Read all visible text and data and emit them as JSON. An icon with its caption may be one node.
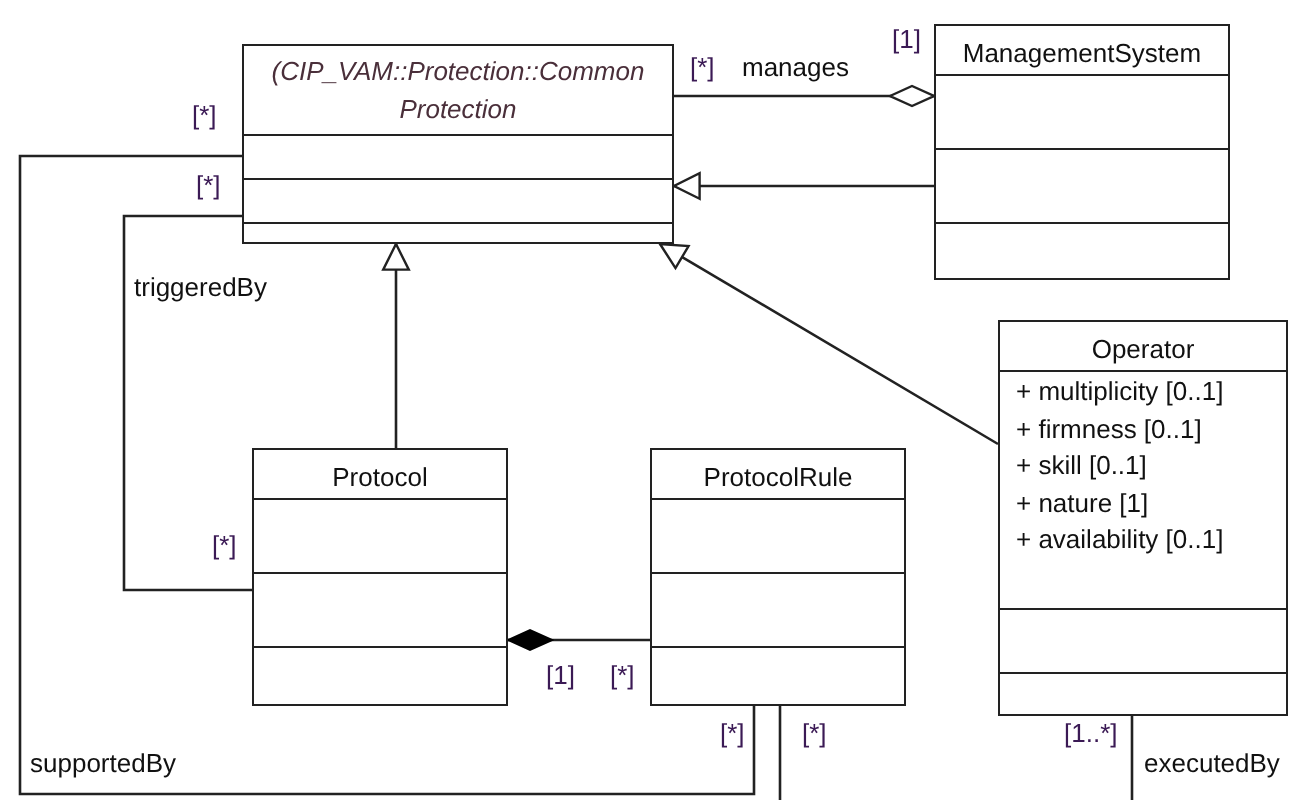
{
  "diagram": {
    "nodes": [
      {
        "text": [
          "(CIP_VAM::Protection::Common Protection"
        ]
      },
      {
        "text": [
          "ManagementSystem"
        ]
      },
      {
        "text": [
          "Operator",
          "+ multiplicity [0..1]",
          "+ firmness [0..1]",
          "+ skill [0..1]",
          "+ nature [1]",
          "+ availability [0..1]"
        ]
      },
      {
        "text": [
          "Protocol"
        ]
      },
      {
        "text": [
          "ProtocolRule"
        ]
      }
    ],
    "edges": [
      {
        "from": 0,
        "to": 1,
        "arrow": "other",
        "label": "manages"
      },
      {
        "from": 1,
        "to": 0,
        "arrow": "to"
      },
      {
        "from": 2,
        "to": 0,
        "arrow": "to"
      },
      {
        "from": 3,
        "to": 0,
        "arrow": "to"
      },
      {
        "from": 0,
        "to": 3,
        "arrow": "none",
        "label": "triggeredBy"
      },
      {
        "from": 4,
        "to": 3,
        "arrow": "other"
      },
      {
        "from": 0,
        "to": 4,
        "arrow": "none",
        "label": "supportedBy"
      },
      {
        "from": 4,
        "to": null,
        "arrow": "none"
      },
      {
        "from": 2,
        "to": null,
        "arrow": "none",
        "label": "executedBy"
      }
    ],
    "labels": [
      "[*]",
      "[*]",
      "[1]",
      "[*]",
      "[*]",
      "[1]",
      "[*]",
      "[*]",
      "[*]",
      "[1..*]"
    ]
  }
}
